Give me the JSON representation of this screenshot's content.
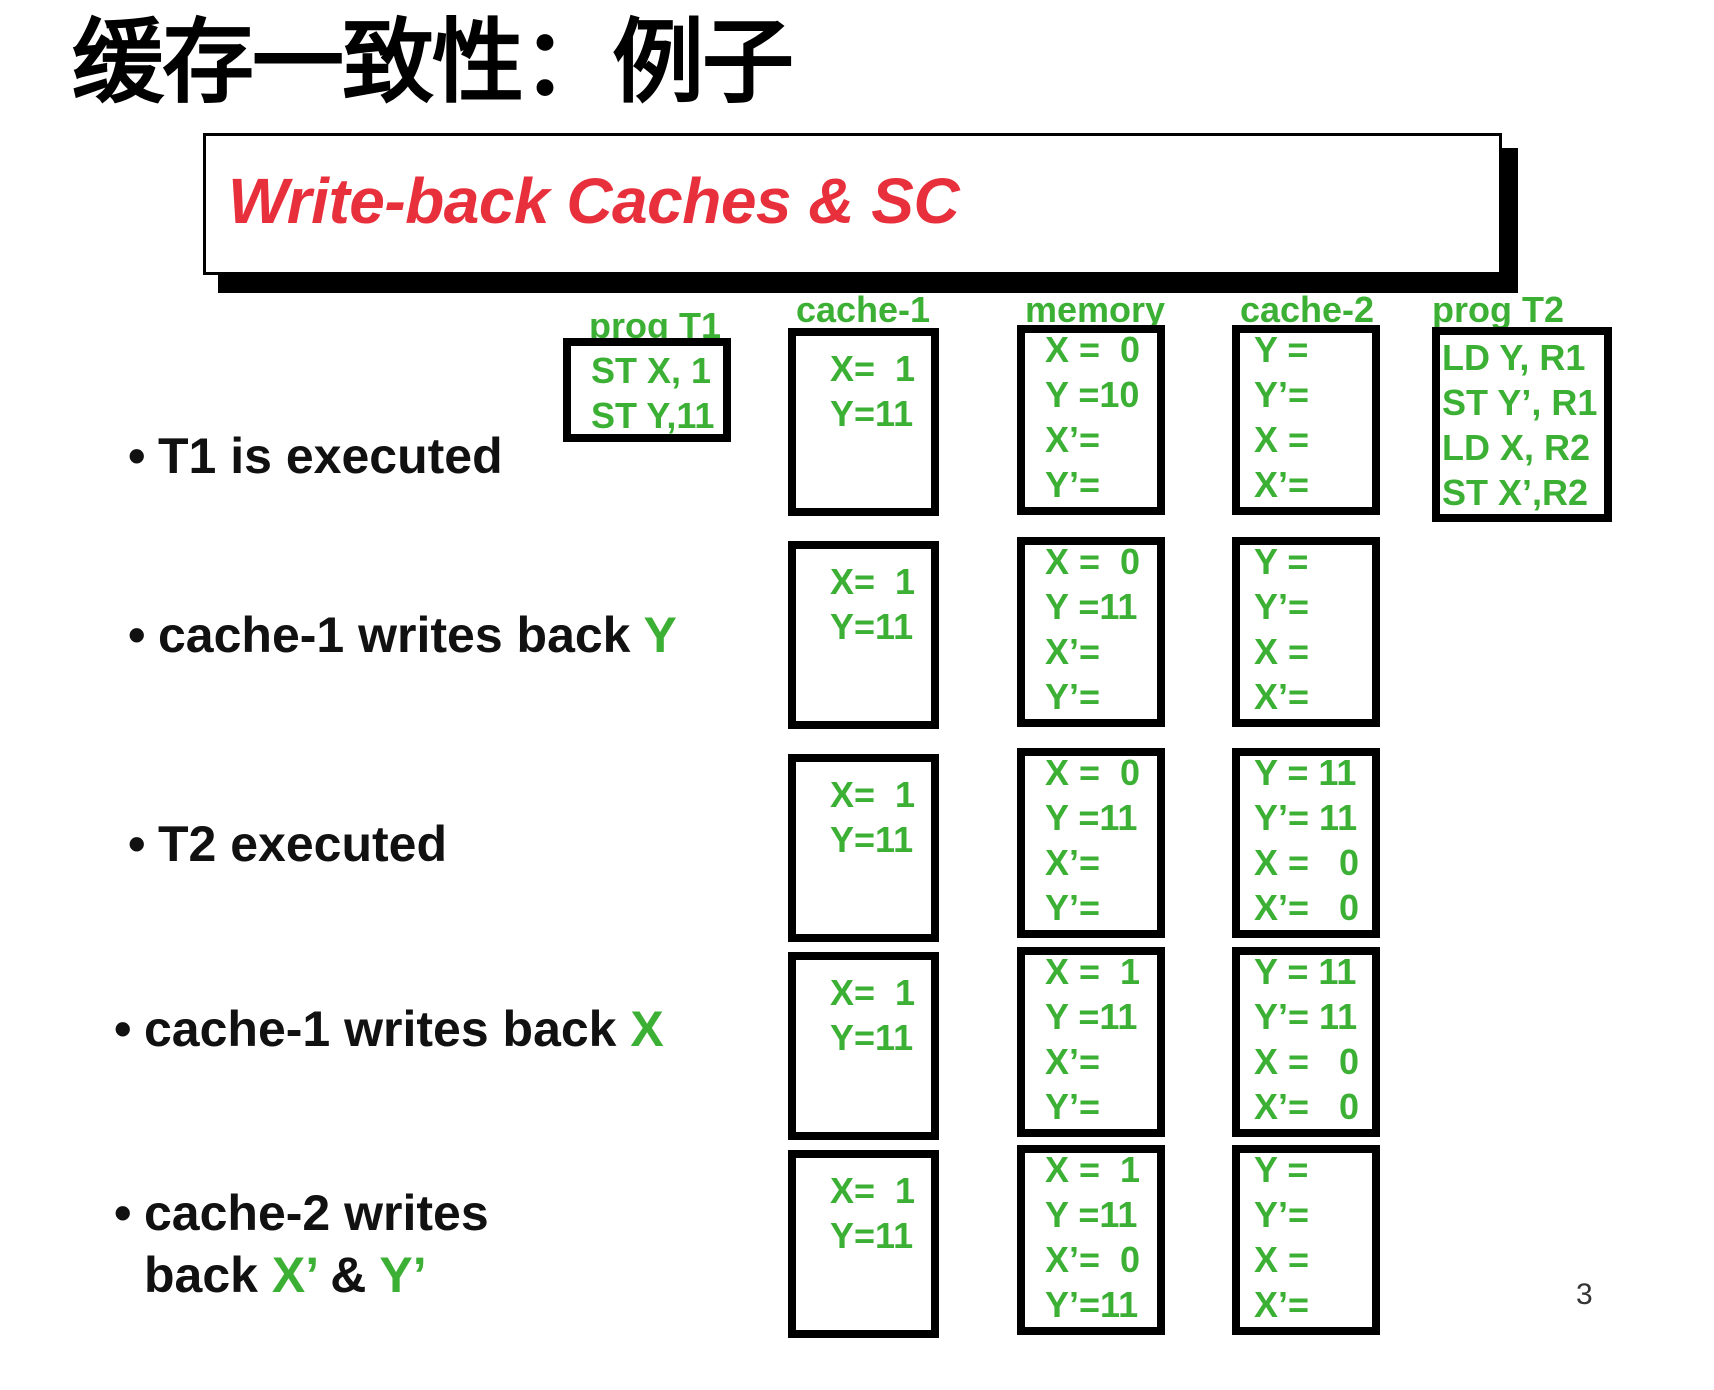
{
  "page": {
    "title": "缓存一致性：例子",
    "banner_title": "Write-back Caches & SC",
    "page_number": "3"
  },
  "colors": {
    "banner_red": "#e8303c",
    "value_green": "#3cb034",
    "text_black": "#111111"
  },
  "columns": {
    "prog_t1": "prog T1",
    "cache1": "cache-1",
    "memory": "memory",
    "cache2": "cache-2",
    "prog_t2": "prog T2"
  },
  "programs": {
    "t1": [
      "ST X, 1",
      "ST Y,11"
    ],
    "t2": [
      "LD Y, R1",
      "ST Y’, R1",
      "LD X, R2",
      "ST X’,R2"
    ]
  },
  "steps": [
    {
      "bullet": "•",
      "text": "T1 is executed",
      "highlight": "",
      "cache1": [
        "X=  1",
        "Y=11"
      ],
      "memory": [
        "X =  0",
        "Y =10",
        "X’=",
        "Y’="
      ],
      "cache2": [
        "Y =",
        "Y’=",
        "X =",
        "X’="
      ]
    },
    {
      "bullet": "•",
      "text": "cache-1 writes back ",
      "highlight": "Y",
      "cache1": [
        "X=  1",
        "Y=11"
      ],
      "memory": [
        "X =  0",
        "Y =11",
        "X’=",
        "Y’="
      ],
      "cache2": [
        "Y =",
        "Y’=",
        "X =",
        "X’="
      ]
    },
    {
      "bullet": "•",
      "text": "T2 executed",
      "highlight": "",
      "cache1": [
        "X=  1",
        "Y=11"
      ],
      "memory": [
        "X =  0",
        "Y =11",
        "X’=",
        "Y’="
      ],
      "cache2": [
        "Y = 11",
        "Y’= 11",
        "X =   0",
        "X’=   0"
      ]
    },
    {
      "bullet": "•",
      "text": "cache-1 writes back ",
      "highlight": "X",
      "cache1": [
        "X=  1",
        "Y=11"
      ],
      "memory": [
        "X =  1",
        "Y =11",
        "X’=",
        "Y’="
      ],
      "cache2": [
        "Y = 11",
        "Y’= 11",
        "X =   0",
        "X’=   0"
      ]
    },
    {
      "bullet": "•",
      "text": "cache-2 writes",
      "text_line2": "back ",
      "highlight_a": "X’",
      "joiner": " & ",
      "highlight_b": "Y’",
      "cache1": [
        "X=  1",
        "Y=11"
      ],
      "memory": [
        "X =  1",
        "Y =11",
        "X’=  0",
        "Y’=11"
      ],
      "cache2": [
        "Y =",
        "Y’=",
        "X =",
        "X’="
      ]
    }
  ]
}
